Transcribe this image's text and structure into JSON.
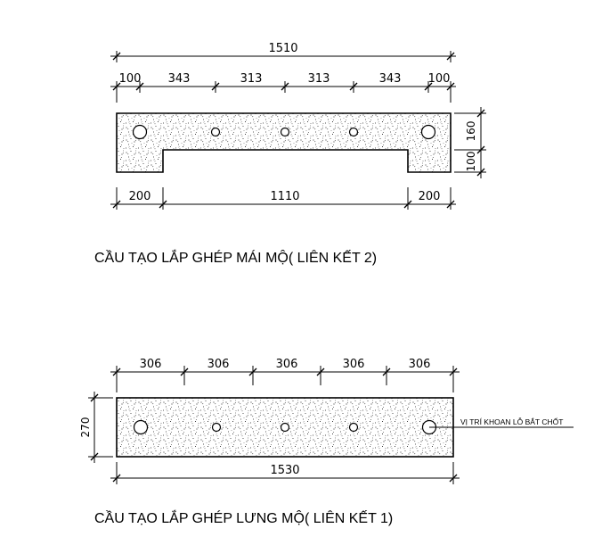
{
  "top_view": {
    "overall": "1510",
    "segments": [
      "100",
      "343",
      "313",
      "313",
      "343",
      "100"
    ],
    "heights": [
      "160",
      "100"
    ],
    "bottom": [
      "200",
      "1110",
      "200"
    ],
    "caption": "CẦU TẠO LẮP GHÉP MÁI MỘ( LIÊN KẾT 2)"
  },
  "bottom_view": {
    "segments": [
      "306",
      "306",
      "306",
      "306",
      "306"
    ],
    "height": "270",
    "overall": "1530",
    "note": "VỊ TRÍ KHOAN LỖ BẮT CHỐT",
    "caption": "CẦU TẠO LẮP GHÉP LƯNG MỘ( LIÊN KẾT 1)"
  }
}
